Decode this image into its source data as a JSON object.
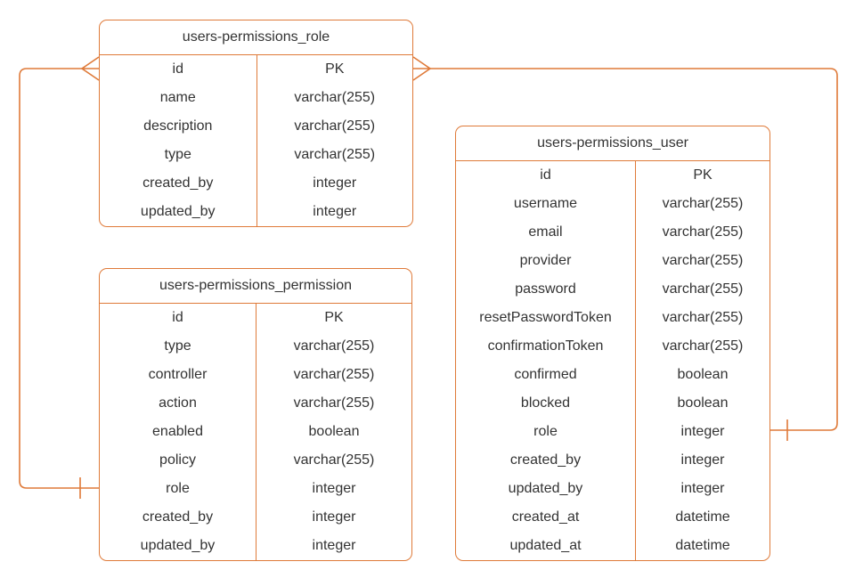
{
  "diagram": {
    "colors": {
      "stroke": "#DF7A39",
      "text": "#333333",
      "background": "#FFFFFF"
    },
    "tables": [
      {
        "id": "role",
        "title": "users-permissions_role",
        "rows": [
          {
            "field": "id",
            "type": "PK"
          },
          {
            "field": "name",
            "type": "varchar(255)"
          },
          {
            "field": "description",
            "type": "varchar(255)"
          },
          {
            "field": "type",
            "type": "varchar(255)"
          },
          {
            "field": "created_by",
            "type": "integer"
          },
          {
            "field": "updated_by",
            "type": "integer"
          }
        ]
      },
      {
        "id": "permission",
        "title": "users-permissions_permission",
        "rows": [
          {
            "field": "id",
            "type": "PK"
          },
          {
            "field": "type",
            "type": "varchar(255)"
          },
          {
            "field": "controller",
            "type": "varchar(255)"
          },
          {
            "field": "action",
            "type": "varchar(255)"
          },
          {
            "field": "enabled",
            "type": "boolean"
          },
          {
            "field": "policy",
            "type": "varchar(255)"
          },
          {
            "field": "role",
            "type": "integer"
          },
          {
            "field": "created_by",
            "type": "integer"
          },
          {
            "field": "updated_by",
            "type": "integer"
          }
        ]
      },
      {
        "id": "user",
        "title": "users-permissions_user",
        "rows": [
          {
            "field": "id",
            "type": "PK"
          },
          {
            "field": "username",
            "type": "varchar(255)"
          },
          {
            "field": "email",
            "type": "varchar(255)"
          },
          {
            "field": "provider",
            "type": "varchar(255)"
          },
          {
            "field": "password",
            "type": "varchar(255)"
          },
          {
            "field": "resetPasswordToken",
            "type": "varchar(255)"
          },
          {
            "field": "confirmationToken",
            "type": "varchar(255)"
          },
          {
            "field": "confirmed",
            "type": "boolean"
          },
          {
            "field": "blocked",
            "type": "boolean"
          },
          {
            "field": "role",
            "type": "integer"
          },
          {
            "field": "created_by",
            "type": "integer"
          },
          {
            "field": "updated_by",
            "type": "integer"
          },
          {
            "field": "created_at",
            "type": "datetime"
          },
          {
            "field": "updated_at",
            "type": "datetime"
          }
        ]
      }
    ],
    "relationships": [
      {
        "from_table": "users-permissions_role",
        "from_field": "id",
        "from_cardinality": "many",
        "to_table": "users-permissions_permission",
        "to_field": "role",
        "to_cardinality": "one"
      },
      {
        "from_table": "users-permissions_role",
        "from_field": "id",
        "from_cardinality": "many",
        "to_table": "users-permissions_user",
        "to_field": "role",
        "to_cardinality": "one"
      }
    ]
  }
}
